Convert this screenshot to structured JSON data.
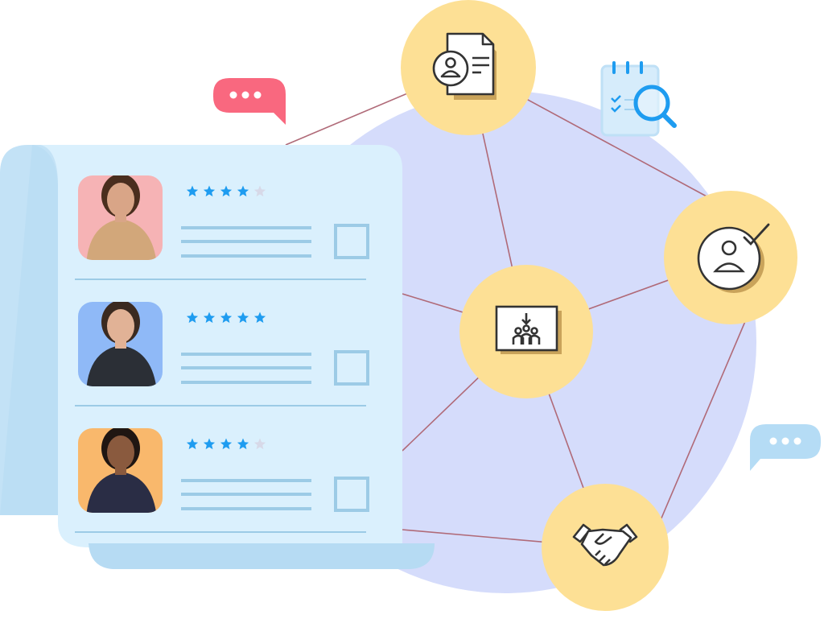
{
  "colors": {
    "network_circle": "#d5dcfb",
    "node_fill": "#fde095",
    "connector": "#b06a78",
    "document_front": "#daf0fd",
    "document_back": "#c3e2f6",
    "line_accent": "#9ccbe6",
    "star_filled": "#1e9cf0",
    "star_empty": "#d7d9e8",
    "bubble_red": "#f9687f",
    "bubble_blue": "#b5dcf5"
  },
  "candidates": [
    {
      "rating": 4,
      "max_rating": 5,
      "photo_bg": "#f6b3b5",
      "skin": "#d9a587",
      "hair": "#4a2e1e",
      "shirt": "#d2a77a"
    },
    {
      "rating": 5,
      "max_rating": 5,
      "photo_bg": "#8fb9f7",
      "skin": "#e1b296",
      "hair": "#3b2a20",
      "shirt": "#2b2f36"
    },
    {
      "rating": 4,
      "max_rating": 5,
      "photo_bg": "#f9b86c",
      "skin": "#8a5a3e",
      "hair": "#1f1612",
      "shirt": "#2a2d45"
    }
  ],
  "nodes": [
    {
      "icon": "resume-document-icon"
    },
    {
      "icon": "approved-candidate-icon"
    },
    {
      "icon": "team-presentation-icon"
    },
    {
      "icon": "handshake-icon"
    }
  ],
  "decor_icons": [
    "checklist-search-icon",
    "chat-bubble-icon",
    "chat-bubble-icon"
  ]
}
